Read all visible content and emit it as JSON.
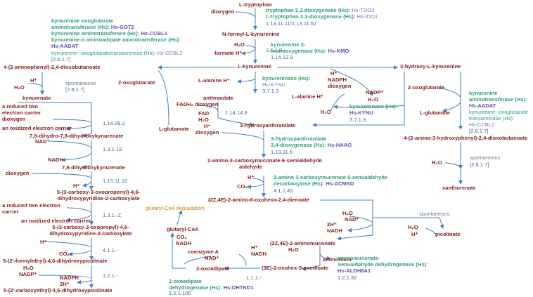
{
  "colors": {
    "compound": "#8b1a1a",
    "enzyme": "#2f9e74",
    "gene": "#5a4fb0",
    "ec_number": "#3a6aa8",
    "arrow": "#4a7fb5",
    "link": "#c87c10"
  },
  "compounds": {
    "l_tryptophan": "L-tryptophan",
    "dioxygen_top": "dioxygen",
    "n_formyl_kynurenine": "N-formyl-L-kynurenine",
    "h2o_formyl": "H₂O",
    "formate": "formate H⁺",
    "l_kynurenine": "L-kynurenine",
    "aminophenyl_dioxobutanoate": "4-(2-aminophenyl)-2,4-dioxobutanoate",
    "h_left1": "H⁺",
    "h2o_left1": "H₂O",
    "two_oxoglutarate_mid": "2-oxoglutarate",
    "kynurenate": "kynurenate",
    "reduced_carrier_1": "a reduced two electron carrier",
    "dioxygen_left1": "dioxygen",
    "oxidized_carrier_1": "an oxidized electron carrier",
    "l_glutamate_mid": "L-glutamate",
    "dihydro_dihydroxykynurenate": "7,8-dihydro-7,8-dihydroxykynurenate",
    "nad_left": "NAD⁺",
    "nadh_left": "NADH",
    "dihydroxykynurenate": "7,8-dihydroxykynurenate",
    "dioxygen_left2": "dioxygen",
    "h_left2": "H⁺",
    "carboxy_oxopropenyl": "5-(3-carboxy-3-oxopropenyl)-4,6-dihydroxypyridine-2-carboxylate",
    "reduced_carrier_2": "a reduced two electron carrier",
    "oxidized_carrier_2": "an oxidized electron carrier",
    "carboxy_oxopropyl": "5-(3-carboxy-3-oxopropyl)-4,6-dihydroxypyridine-2-carboxylate",
    "h_left3": "H⁺",
    "co2_left": "CO₂",
    "formylethyl": "5-(2'-formylethyl)-4,6-dihydroxypicolinate",
    "h2o_left3": "H₂O",
    "nadp_left": "NADP⁺",
    "nadph_left": "NADPH",
    "two_h_left": "2H⁺",
    "carboxyethyl": "5-(2'-carboxyethyl)-4,6-dihydroxypicolinate",
    "l_alanine_h_1": "L-alanine H⁺",
    "anthranilate": "anthranilate",
    "l_alanine_h_2": "L-alanine H⁺",
    "h2o_kynu": "H₂O",
    "fadh2_dioxygen": "FADH₂ dioxygen",
    "fad": "FAD",
    "h2o_fad": "H₂O",
    "h_fad": "H⁺",
    "dioxygen_fad": "dioxygen",
    "hydroxyanthranilate": "3-hydroxyanthranilate",
    "h_kmo": "H⁺",
    "nadph_kmo": "NADPH",
    "dioxygen_kmo": "dioxygen",
    "nadp_kmo": "NADP⁺",
    "h2o_kmo": "H₂O",
    "hydroxy_l_kynurenine": "3-hydroxy-L-kynurenine",
    "two_oxoglutarate_right": "2-oxoglutarate",
    "l_glutamate_right": "L-glutamate",
    "amino_hydroxyphenyl": "4-(2-amino-3-hydroxyphenyl)-2,4-dioxobutanoate",
    "h2o_right": "H₂O",
    "xanthurenate": "xanthurenate",
    "acms": "2-amino-3-carboxymuconate-6-semialdehyde",
    "h_acmsd": "H⁺",
    "co2_acmsd": "CO₂",
    "amino_oxohexa": "(2Z,4E)-2-amino-6-oxohexa-2,4-dienoate",
    "h2o_r1": "H₂O",
    "nad_r1": "NAD⁺",
    "two_h_r1": "2H⁺",
    "nadh_r1": "NADH",
    "aminomuconate": "(2Z,4E)-2-aminomuconate",
    "h2o_amm": "H₂O",
    "ammonium": "ammonium",
    "oxohexenediate": "(3E)-2-oxohex-3-enedioate",
    "h2o_pic": "H₂O",
    "h_pic": "H⁺",
    "picolinate": "picolinate",
    "glutaryl_coa": "glutaryl-CoA",
    "co2_glut": "CO₂",
    "nadh_glut": "NADH",
    "coenzyme_a": "coenzyme A",
    "nad_glut": "NAD⁺",
    "h_oxo": "H⁺",
    "nadh_oxo": "NADH",
    "two_oxoadipate": "2-oxoadipate"
  },
  "enzymes": {
    "tdo_label": "tryptophan 2,3-dioxygenase (Hs): ",
    "tdo_gene": "Hs-TDO2",
    "ido_label": "L-tryptophan 2,3-dioxygenase (Hs): ",
    "ido_gene": "Hs-IDO1",
    "tdo_ec": "1.13.11.11/1.13.11.52",
    "formamidase_ec": "3.5.1.9",
    "kmo_label_1": "kynurenine 3-",
    "kmo_label_2": "monooxygenase (Hs): ",
    "kmo_gene": "Hs-KMO",
    "kmo_ec": "1.14.13.9",
    "kat_l1": "kynurenine oxoglutarate",
    "kat_l2": "aminotransferase (Hs): ",
    "kat_got2": "Hs-GOT2",
    "kat_l3": "kynurenine aminotransferase (Hs): ",
    "kat_ccbl1": "Hs-CCBL1",
    "kat_l4": "kynurenine-o aminoadipate aminotransferase (Hs):",
    "kat_aadat": "Hs-AADAT",
    "kat_l5": "kynurenine--oxoglutaratetransaminase (Hs): ",
    "kat_ccbl2": "Hs-CCBL2",
    "kat_ec": "[2.6.1.7]",
    "spontaneous_left": "spontaneous",
    "spontaneous_left_ec": "[2.6.1.7]",
    "ec_14992": "1.14.99.2",
    "ec_1318": "1.3.1.18",
    "ec_131110": "1.13.11.10",
    "ec_131z": "1.3.1.-Z",
    "ec_411": "4.1.1.-",
    "ec_121": "1.2.1.-",
    "kynu_label_1": "kynureninase (Hs):",
    "kynu_gene_1": "Hs-KYNU",
    "kynu_ec_1": "3.7.1.3",
    "kynu_label_2": "kynureninase (Hs):",
    "kynu_gene_2": "Hs-KYNU",
    "kynu_ec_2": "3.7.1.3",
    "ec_114148": "1.14.14.8",
    "haao_l1": "3-hydroxyanthranilate",
    "haao_l2": "3,4-dioxygenase (Hs): ",
    "haao_gene": "Hs-HAAO",
    "haao_ec": "1.13.11.6",
    "acmsd_l1": "2-amino 3-carboxymuconate 6-semialdehyde",
    "acmsd_l2": "decarboxylase (Hs): ",
    "acmsd_gene": "Hs-ACMSD",
    "acmsd_ec": "4.1.1.45",
    "katr_l1": "kynurenine",
    "katr_l2": "aminotransferase (Hs):",
    "katr_gene": "Hs-AADAT",
    "katr_l3": "kynurenine--oxoglutarate",
    "katr_l4": "transaminase (Hs):",
    "katr_ccbl2": "Hs-CCBL2",
    "katr_ec": "[2.6.1.7]",
    "spontaneous_right": "spontaneous",
    "spontaneous_right_ec": "[2.6.1.7]",
    "spontaneous_pic": "spontaneous",
    "glutaryl_degradation": "glutaryl-CoA degradation",
    "dhtkd1_l1": "2-oxoadipate",
    "dhtkd1_l2": "dehydrogenase (Hs): ",
    "dhtkd1_gene": "Hs-DHTKD1",
    "dhtkd1_ec": "1.2.1.105",
    "ec_111": "1.1.1.-",
    "aldh_l1": "aminomuconate-",
    "aldh_l2": "Semialdehyde dehydrogenase (Hs):",
    "aldh_gene": "Hs-ALDH8A1",
    "aldh_ec": "1.2.1.32"
  }
}
